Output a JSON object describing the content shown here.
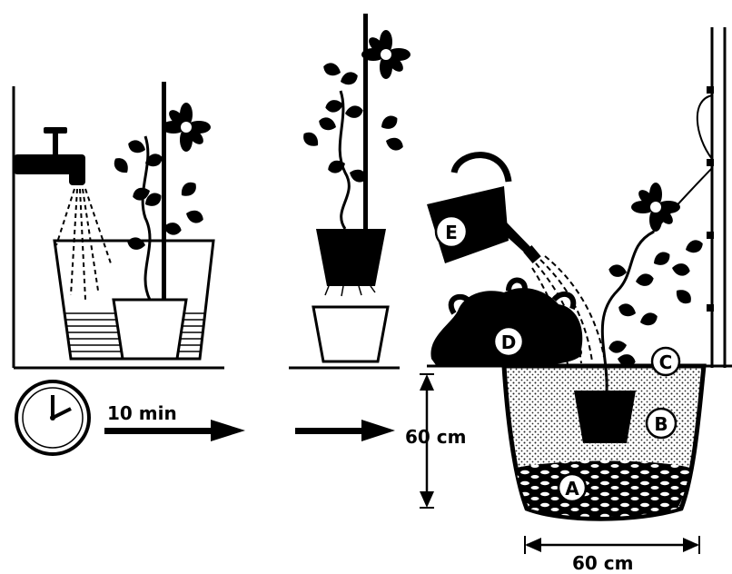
{
  "steps": {
    "soak": {
      "duration": "10 min"
    },
    "depth": {
      "label": "60 cm"
    },
    "width": {
      "label": "60 cm"
    }
  },
  "callouts": {
    "a": "A",
    "b": "B",
    "c": "C",
    "d": "D",
    "e": "E"
  },
  "colors": {
    "ink": "#000000",
    "paper": "#ffffff",
    "soil_dots": "#2a2a2a"
  }
}
